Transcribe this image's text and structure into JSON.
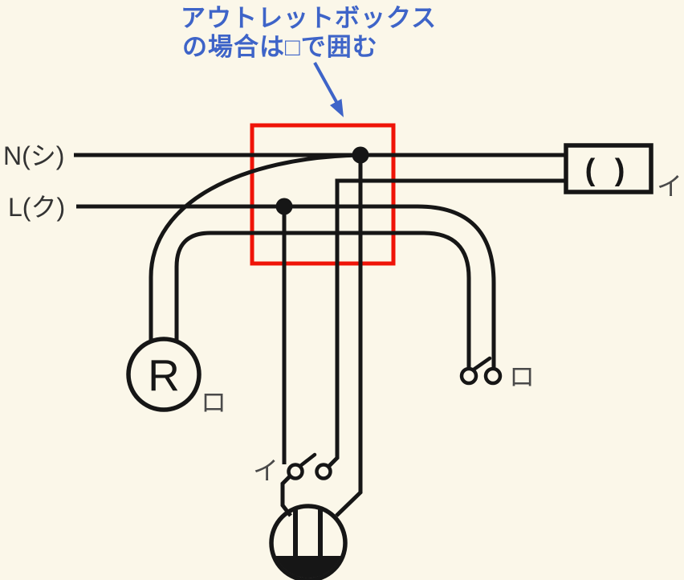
{
  "colors": {
    "background": "#FBF7E9",
    "wire_black": "#161616",
    "annotation_blue": "#3E64C8",
    "outlet_box_red": "#EF1408",
    "circuit_label_gray": "#4A4A4A"
  },
  "annotation": {
    "line1": "アウトレットボックス",
    "line2": "の場合は□で囲む"
  },
  "source_labels": {
    "neutral": "N(シ)",
    "live": "L(ク)"
  },
  "devices": {
    "lamp_receptacle": {
      "symbol": "R",
      "circuit_label": "ロ"
    },
    "ceiling_rosette": {
      "symbol": "( )",
      "circuit_label": "イ"
    },
    "switch_i": {
      "circuit_label": "イ"
    },
    "switch_ro": {
      "circuit_label": "ロ"
    }
  }
}
